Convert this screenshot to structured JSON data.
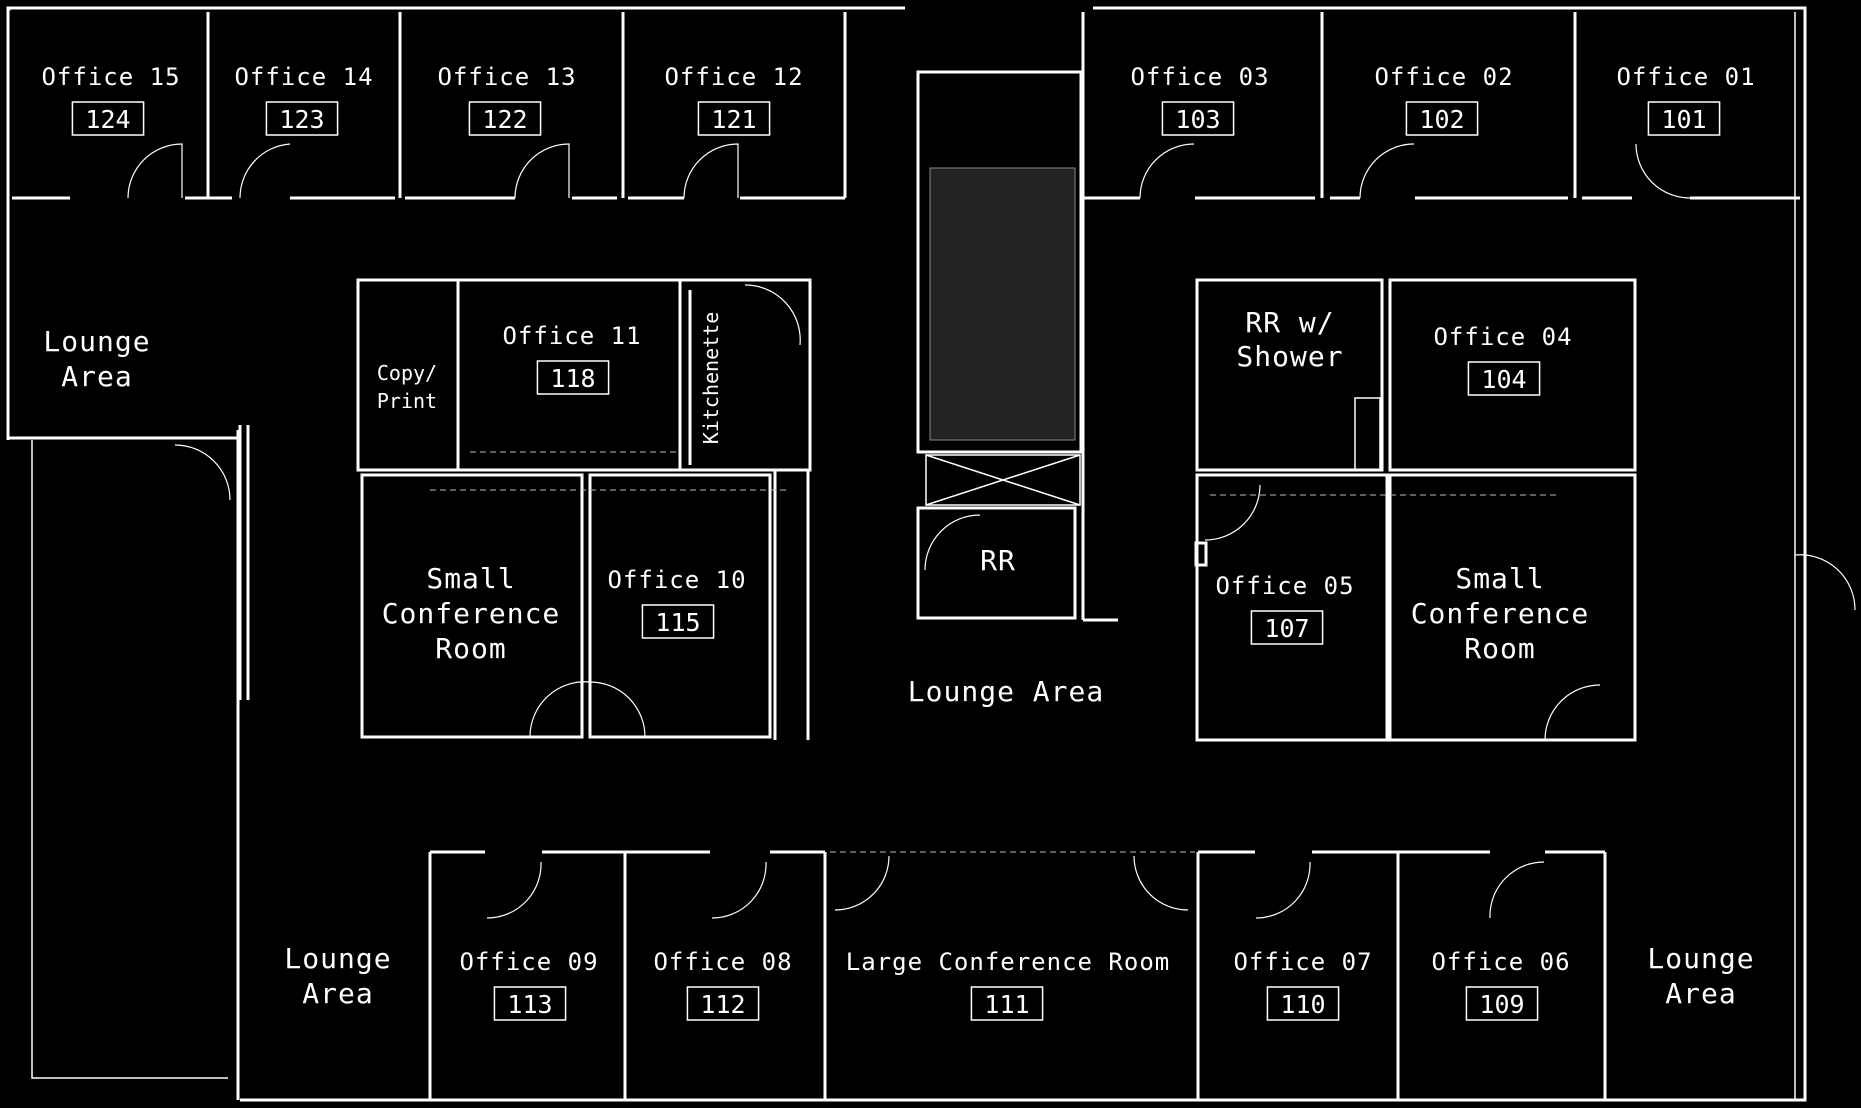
{
  "rooms": {
    "office_15": {
      "name": "Office 15",
      "number": "124"
    },
    "office_14": {
      "name": "Office 14",
      "number": "123"
    },
    "office_13": {
      "name": "Office 13",
      "number": "122"
    },
    "office_12": {
      "name": "Office 12",
      "number": "121"
    },
    "office_03": {
      "name": "Office 03",
      "number": "103"
    },
    "office_02": {
      "name": "Office 02",
      "number": "102"
    },
    "office_01": {
      "name": "Office 01",
      "number": "101"
    },
    "office_11": {
      "name": "Office 11",
      "number": "118"
    },
    "office_04": {
      "name": "Office 04",
      "number": "104"
    },
    "office_10": {
      "name": "Office 10",
      "number": "115"
    },
    "office_05": {
      "name": "Office 05",
      "number": "107"
    },
    "office_09": {
      "name": "Office 09",
      "number": "113"
    },
    "office_08": {
      "name": "Office 08",
      "number": "112"
    },
    "large_conference": {
      "name": "Large Conference Room",
      "number": "111"
    },
    "office_07": {
      "name": "Office 07",
      "number": "110"
    },
    "office_06": {
      "name": "Office 06",
      "number": "109"
    }
  },
  "spaces": {
    "copy_print": {
      "line1": "Copy/",
      "line2": "Print"
    },
    "kitchenette": "Kitchenette",
    "rr_shower": {
      "line1": "RR w/",
      "line2": "Shower"
    },
    "rr": "RR",
    "small_conf_left": {
      "line1": "Small",
      "line2": "Conference",
      "line3": "Room"
    },
    "small_conf_right": {
      "line1": "Small",
      "line2": "Conference",
      "line3": "Room"
    },
    "lounge_center": "Lounge Area",
    "lounge_top_left": {
      "line1": "Lounge",
      "line2": "Area"
    },
    "lounge_bottom_left": {
      "line1": "Lounge",
      "line2": "Area"
    },
    "lounge_bottom_right": {
      "line1": "Lounge",
      "line2": "Area"
    }
  },
  "colors": {
    "background": "#000000",
    "lines": "#ffffff"
  }
}
